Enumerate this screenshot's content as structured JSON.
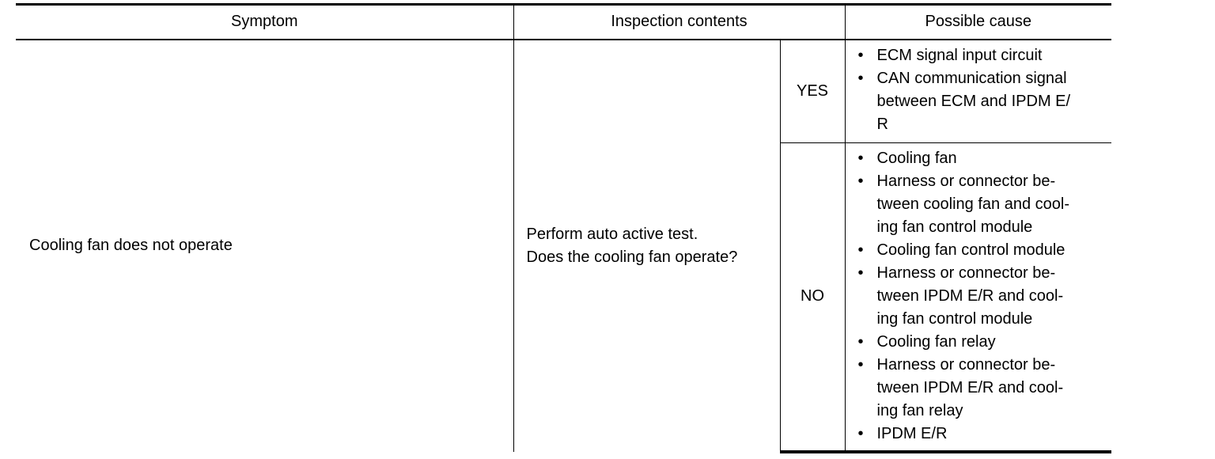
{
  "table": {
    "headers": {
      "symptom": "Symptom",
      "inspection": "Inspection contents",
      "cause": "Possible cause"
    },
    "row": {
      "symptom": "Cooling fan does not operate",
      "inspection_lines": [
        "Perform auto active test.",
        "Does the cooling fan operate?"
      ],
      "yes": {
        "answer": "YES",
        "causes": [
          [
            "ECM signal input circuit"
          ],
          [
            "CAN communication signal",
            "between ECM and IPDM E/",
            "R"
          ]
        ]
      },
      "no": {
        "answer": "NO",
        "causes": [
          [
            "Cooling fan"
          ],
          [
            "Harness or connector be-",
            "tween cooling fan and cool-",
            "ing fan control module"
          ],
          [
            "Cooling fan control module"
          ],
          [
            "Harness or connector be-",
            "tween IPDM E/R and cool-",
            "ing fan control module"
          ],
          [
            "Cooling fan relay"
          ],
          [
            "Harness or connector be-",
            "tween IPDM E/R and cool-",
            "ing fan relay"
          ],
          [
            "IPDM E/R"
          ]
        ]
      }
    },
    "bullet_char": "•"
  }
}
